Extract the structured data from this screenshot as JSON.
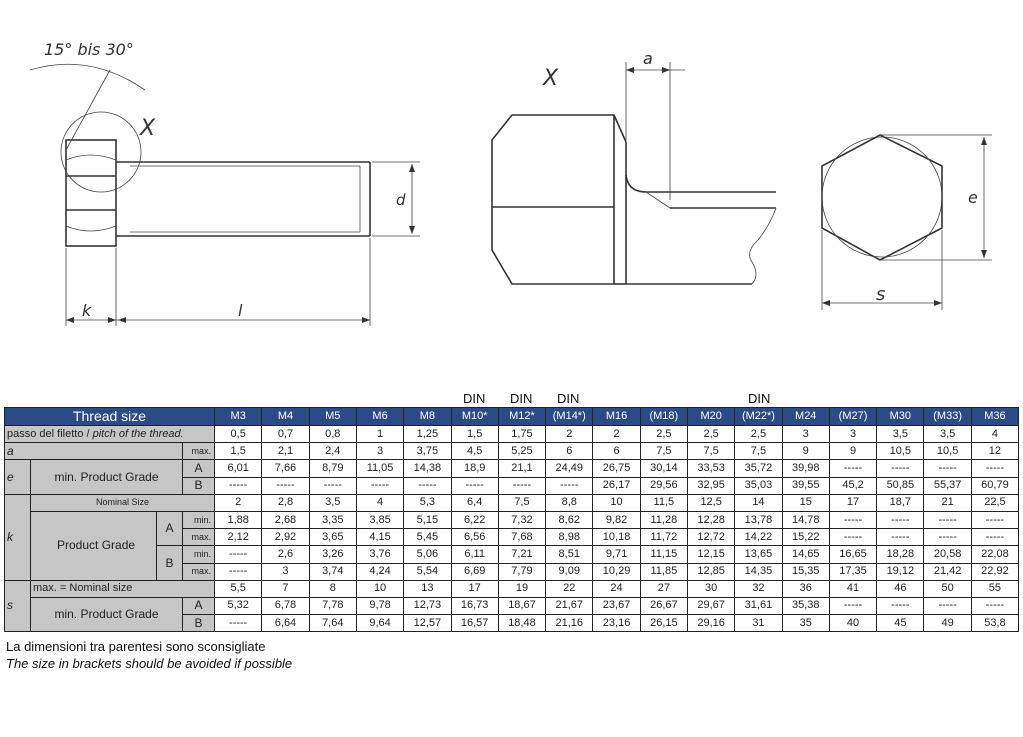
{
  "drawing_labels": {
    "angle": "15° bis 30°",
    "x_left": "X",
    "d": "d",
    "k": "k",
    "l": "l",
    "x_detail": "X",
    "a": "a",
    "e": "e",
    "s": "s"
  },
  "din_labels": [
    "DIN",
    "DIN",
    "DIN",
    "DIN"
  ],
  "table": {
    "thread_size_label": "Thread size",
    "sizes": [
      "M3",
      "M4",
      "M5",
      "M6",
      "M8",
      "M10*",
      "M12*",
      "(M14*)",
      "M16",
      "(M18)",
      "M20",
      "(M22*)",
      "M24",
      "(M27)",
      "M30",
      "(M33)",
      "M36"
    ],
    "pitch": {
      "label_it": "passo del filetto",
      "label_en": "pitch of the thread.",
      "values": [
        "0,5",
        "0,7",
        "0,8",
        "1",
        "1,25",
        "1,5",
        "1,75",
        "2",
        "2",
        "2,5",
        "2,5",
        "2,5",
        "3",
        "3",
        "3,5",
        "3,5",
        "4"
      ]
    },
    "a": {
      "symbol": "a",
      "sub": "max.",
      "values": [
        "1,5",
        "2,1",
        "2,4",
        "3",
        "3,75",
        "4,5",
        "5,25",
        "6",
        "6",
        "7,5",
        "7,5",
        "7,5",
        "9",
        "9",
        "10,5",
        "10,5",
        "12"
      ]
    },
    "e": {
      "symbol": "e",
      "label": "min. Product Grade",
      "grade_a": "A",
      "grade_b": "B",
      "a_values": [
        "6,01",
        "7,66",
        "8,79",
        "11,05",
        "14,38",
        "18,9",
        "21,1",
        "24,49",
        "26,75",
        "30,14",
        "33,53",
        "35,72",
        "39,98",
        "-----",
        "-----",
        "-----",
        "-----"
      ],
      "b_values": [
        "-----",
        "-----",
        "-----",
        "-----",
        "-----",
        "-----",
        "-----",
        "-----",
        "26,17",
        "29,56",
        "32,95",
        "35,03",
        "39,55",
        "45,2",
        "50,85",
        "55,37",
        "60,79"
      ]
    },
    "k": {
      "symbol": "k",
      "nominal_label": "Nominal Size",
      "nominal_values": [
        "2",
        "2,8",
        "3,5",
        "4",
        "5,3",
        "6,4",
        "7,5",
        "8,8",
        "10",
        "11,5",
        "12,5",
        "14",
        "15",
        "17",
        "18,7",
        "21",
        "22,5"
      ],
      "label": "Product Grade",
      "grade_a": "A",
      "grade_b": "B",
      "min": "min.",
      "max": "max.",
      "a_min": [
        "1,88",
        "2,68",
        "3,35",
        "3,85",
        "5,15",
        "6,22",
        "7,32",
        "8,62",
        "9,82",
        "11,28",
        "12,28",
        "13,78",
        "14,78",
        "-----",
        "-----",
        "-----",
        "-----"
      ],
      "a_max": [
        "2,12",
        "2,92",
        "3,65",
        "4,15",
        "5,45",
        "6,56",
        "7,68",
        "8,98",
        "10,18",
        "11,72",
        "12,72",
        "14,22",
        "15,22",
        "-----",
        "-----",
        "-----",
        "-----"
      ],
      "b_min": [
        "-----",
        "2,6",
        "3,26",
        "3,76",
        "5,06",
        "6,11",
        "7,21",
        "8,51",
        "9,71",
        "11,15",
        "12,15",
        "13,65",
        "14,65",
        "16,65",
        "18,28",
        "20,58",
        "22,08"
      ],
      "b_max": [
        "-----",
        "3",
        "3,74",
        "4,24",
        "5,54",
        "6,69",
        "7,79",
        "9,09",
        "10,29",
        "11,85",
        "12,85",
        "14,35",
        "15,35",
        "17,35",
        "19,12",
        "21,42",
        "22,92"
      ]
    },
    "s": {
      "symbol": "s",
      "max_label": "max. = Nominal size",
      "max_values": [
        "5,5",
        "7",
        "8",
        "10",
        "13",
        "17",
        "19",
        "22",
        "24",
        "27",
        "30",
        "32",
        "36",
        "41",
        "46",
        "50",
        "55"
      ],
      "label": "min. Product Grade",
      "grade_a": "A",
      "grade_b": "B",
      "a_values": [
        "5,32",
        "6,78",
        "7,78",
        "9,78",
        "12,73",
        "16,73",
        "18,67",
        "21,67",
        "23,67",
        "26,67",
        "29,67",
        "31,61",
        "35,38",
        "-----",
        "-----",
        "-----",
        "-----"
      ],
      "b_values": [
        "-----",
        "6,64",
        "7,64",
        "9,64",
        "12,57",
        "16,57",
        "18,48",
        "21,16",
        "23,16",
        "26,15",
        "29,16",
        "31",
        "35",
        "40",
        "45",
        "49",
        "53,8"
      ]
    }
  },
  "note": {
    "it": "La dimensioni tra parentesi sono sconsigliate",
    "en": "The size in brackets should be avoided if possible"
  }
}
